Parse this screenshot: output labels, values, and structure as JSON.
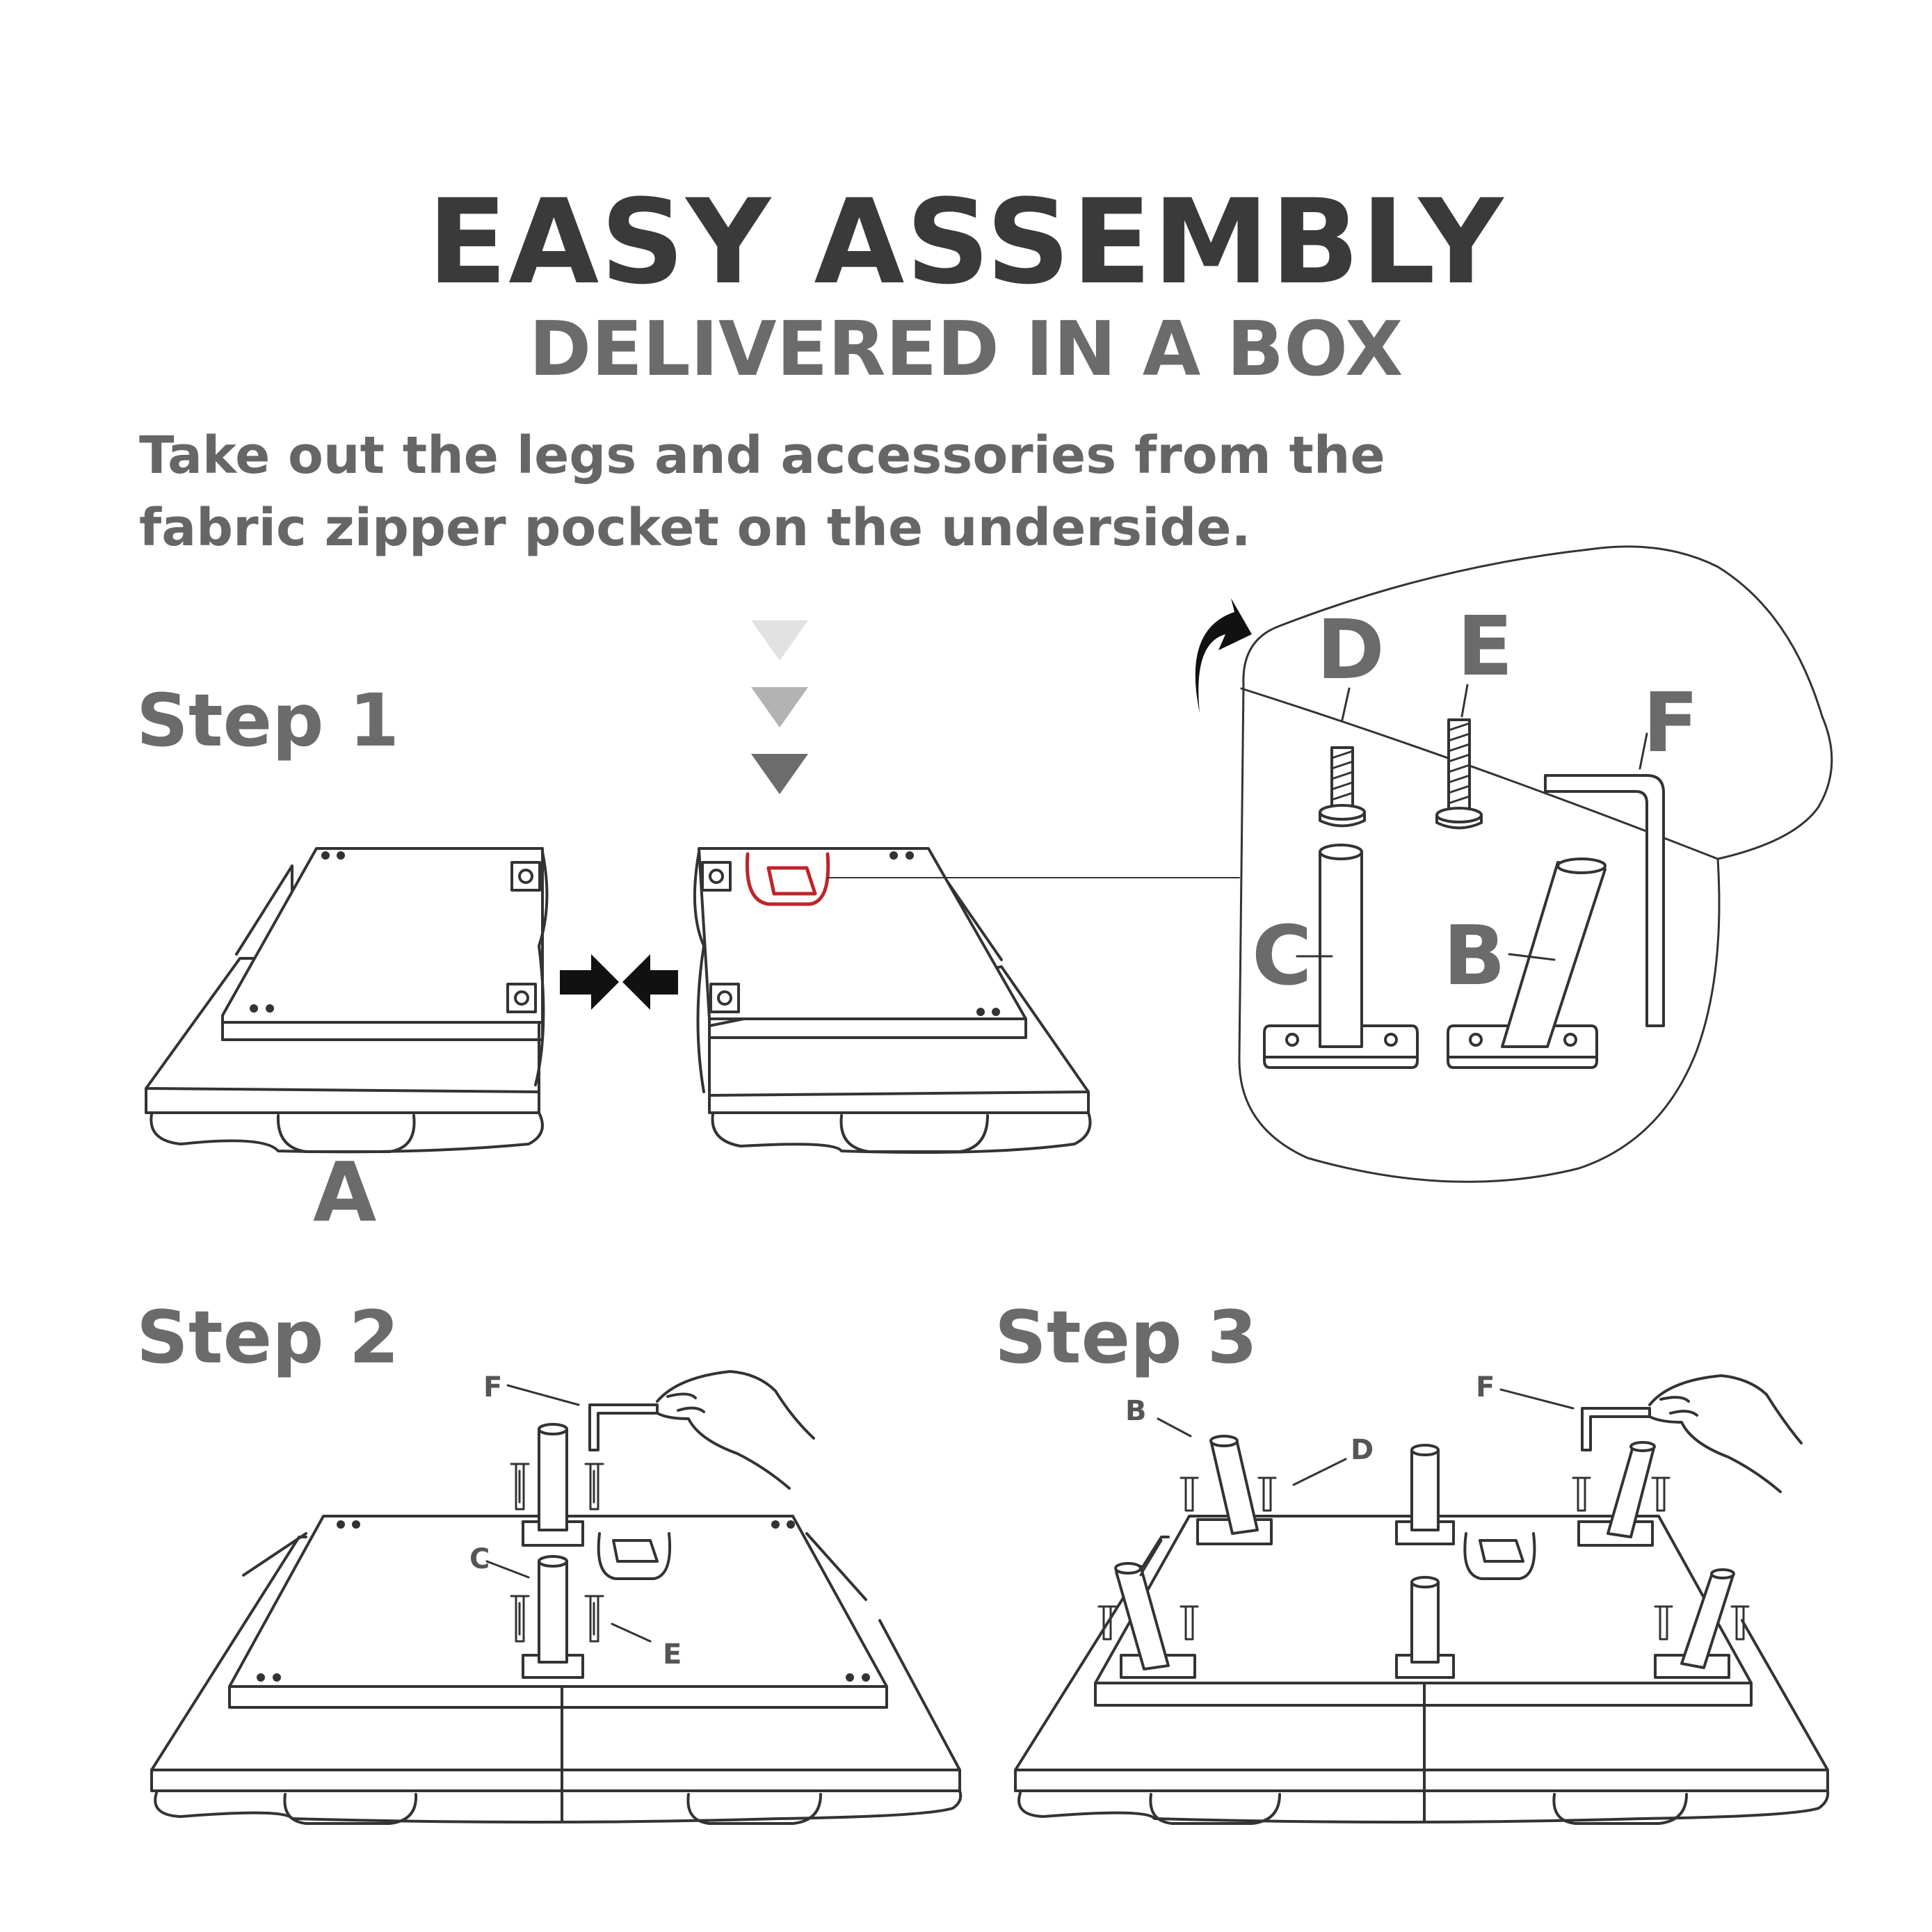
{
  "header": {
    "title": "EASY ASSEMBLY",
    "subtitle": "DELIVERED IN A BOX"
  },
  "instructions": {
    "line1": "Take out the legs and accessories from the",
    "line2": "fabric zipper pocket on the underside."
  },
  "steps": {
    "step1": "Step 1",
    "step2": "Step 2",
    "step3": "Step 3"
  },
  "labels": {
    "a": "A",
    "b": "B",
    "c": "C",
    "d": "D",
    "e": "E",
    "f": "F"
  },
  "colors": {
    "ink": "#3a3a3a",
    "gray_text": "#6b6b6b",
    "pocket_red": "#c0242b",
    "line": "#333333"
  }
}
